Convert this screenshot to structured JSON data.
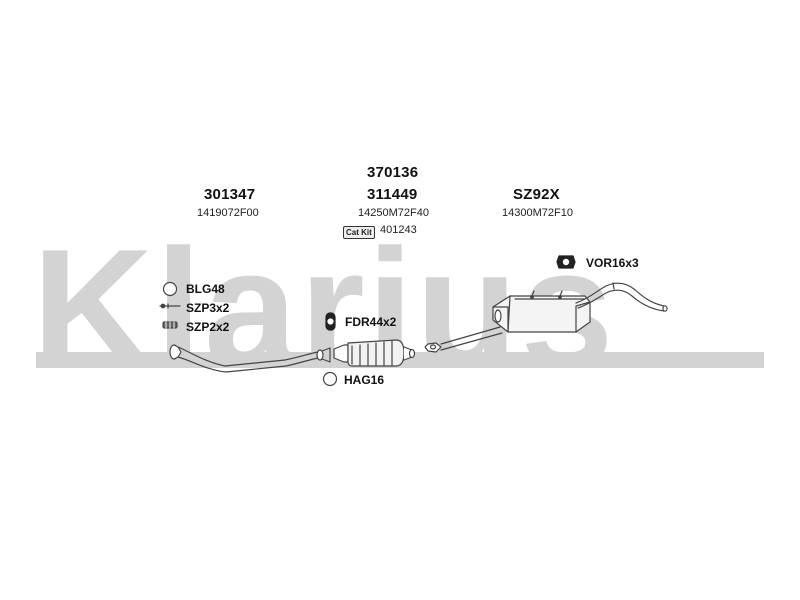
{
  "watermark": {
    "text": "Klarius"
  },
  "groups": {
    "front_pipe": {
      "number": "301347",
      "code": "1419072F00"
    },
    "catalyst": {
      "number_top": "370136",
      "number": "311449",
      "code": "14250M72F40",
      "cat_kit_label": "Cat Kit",
      "cat_kit_code": "401243"
    },
    "rear_silencer": {
      "number": "SZ92X",
      "code": "14300M72F10"
    }
  },
  "fittings": {
    "blg": "BLG48",
    "szp3": "SZP3x2",
    "szp2": "SZP2x2",
    "fdr": "FDR44x2",
    "hag": "HAG16",
    "vor": "VOR16x3"
  },
  "colors": {
    "line": "#444444",
    "watermark": "#d3d3d3",
    "part_fill": "#f4f4f4",
    "rubber": "#222222"
  }
}
